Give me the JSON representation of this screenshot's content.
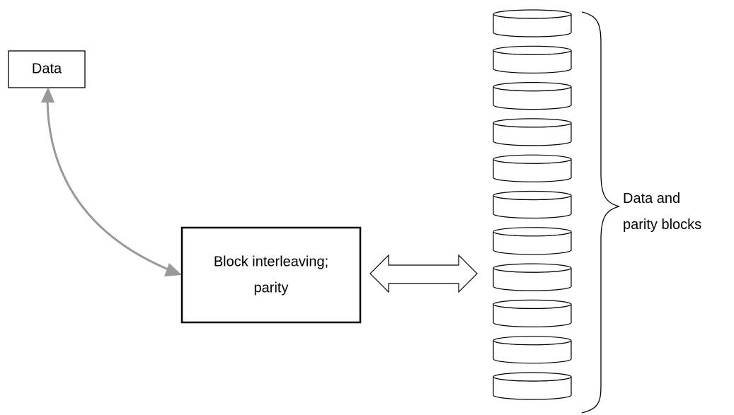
{
  "data_box": {
    "label": "Data"
  },
  "process_box": {
    "line1": "Block interleaving;",
    "line2": "parity"
  },
  "disk_stack": {
    "disk_count": 11,
    "brace_label_line1": "Data and",
    "brace_label_line2": "parity blocks"
  },
  "colors": {
    "stroke": "#000000",
    "curved_arrow": "#999999",
    "background": "#ffffff"
  },
  "icons": {
    "data_box_link": "curved-double-arrow-icon",
    "stack_link": "hollow-double-arrow-icon",
    "storage": "disk-cylinder-icon",
    "grouping": "curly-brace-icon"
  }
}
